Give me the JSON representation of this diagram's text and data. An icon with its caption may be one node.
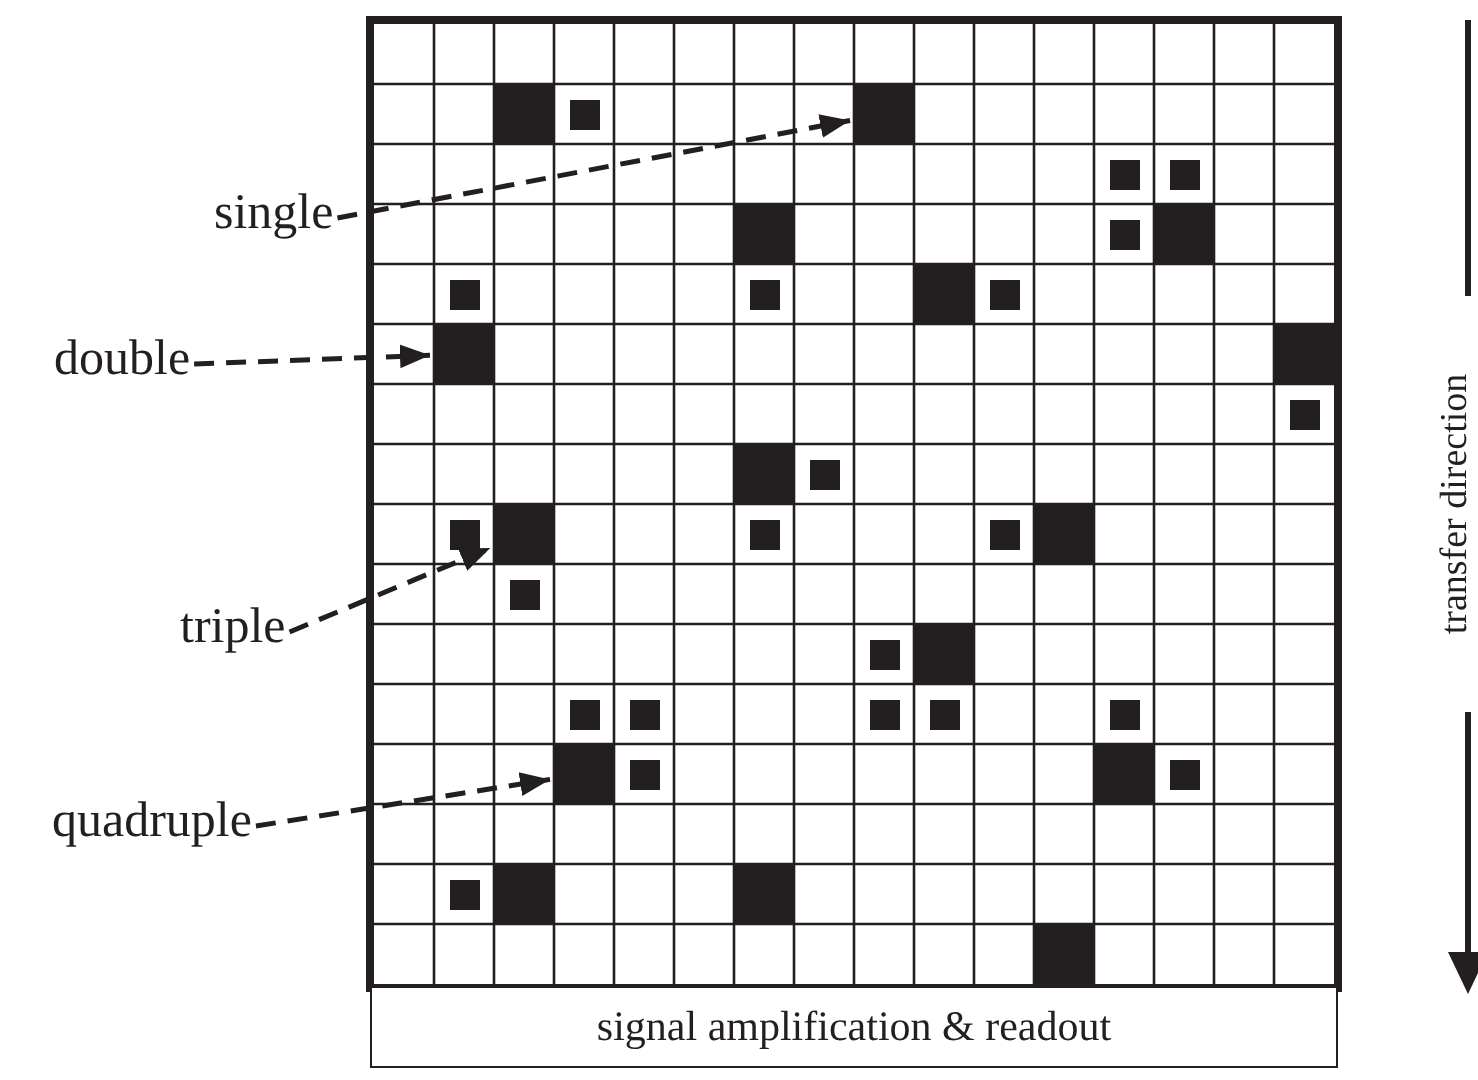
{
  "diagram": {
    "nodes": [
      {
        "text": [
          "single"
        ]
      },
      {
        "text": [
          "double"
        ]
      },
      {
        "text": [
          "triple"
        ]
      },
      {
        "text": [
          "quadruple"
        ]
      },
      {
        "text": [],
        "shape": "box"
      },
      {
        "text": [],
        "shape": "box"
      },
      {
        "text": [],
        "shape": "box"
      },
      {
        "text": [],
        "shape": "box"
      },
      {
        "text": [
          "signal amplification & readout"
        ]
      }
    ],
    "edges": [
      {
        "from": 0,
        "to": 4,
        "arrow": "to",
        "style": "dashed"
      },
      {
        "from": 1,
        "to": 5,
        "arrow": "to",
        "style": "dashed"
      },
      {
        "from": 2,
        "to": 6,
        "arrow": "to",
        "style": "dashed"
      },
      {
        "from": 3,
        "to": 7,
        "arrow": "to",
        "style": "dashed"
      }
    ],
    "labels": [
      "transfer direction"
    ]
  }
}
